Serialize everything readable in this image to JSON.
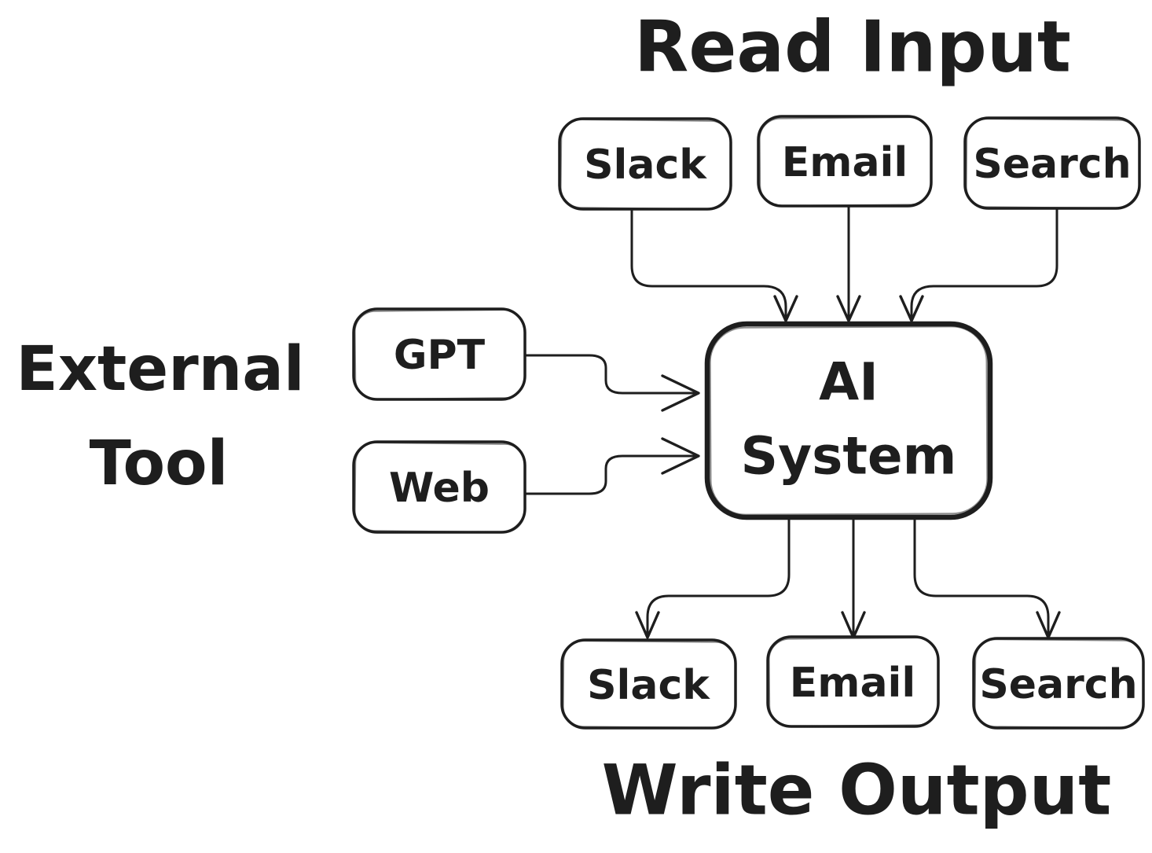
{
  "diagram": {
    "colors": {
      "stroke": "#1e1e1e",
      "background": "#ffffff"
    },
    "titles": {
      "read_input": "Read Input",
      "write_output": "Write Output",
      "external_tool_line1": "External",
      "external_tool_line2": "Tool"
    },
    "nodes": {
      "input_slack": "Slack",
      "input_email": "Email",
      "input_search": "Search",
      "tool_gpt": "GPT",
      "tool_web": "Web",
      "ai_line1": "AI",
      "ai_line2": "System",
      "output_slack": "Slack",
      "output_email": "Email",
      "output_search": "Search"
    },
    "edges": [
      {
        "from": "Slack (input)",
        "to": "AI System"
      },
      {
        "from": "Email (input)",
        "to": "AI System"
      },
      {
        "from": "Search (input)",
        "to": "AI System"
      },
      {
        "from": "GPT",
        "to": "AI System"
      },
      {
        "from": "Web",
        "to": "AI System"
      },
      {
        "from": "AI System",
        "to": "Slack (output)"
      },
      {
        "from": "AI System",
        "to": "Email (output)"
      },
      {
        "from": "AI System",
        "to": "Search (output)"
      }
    ]
  }
}
